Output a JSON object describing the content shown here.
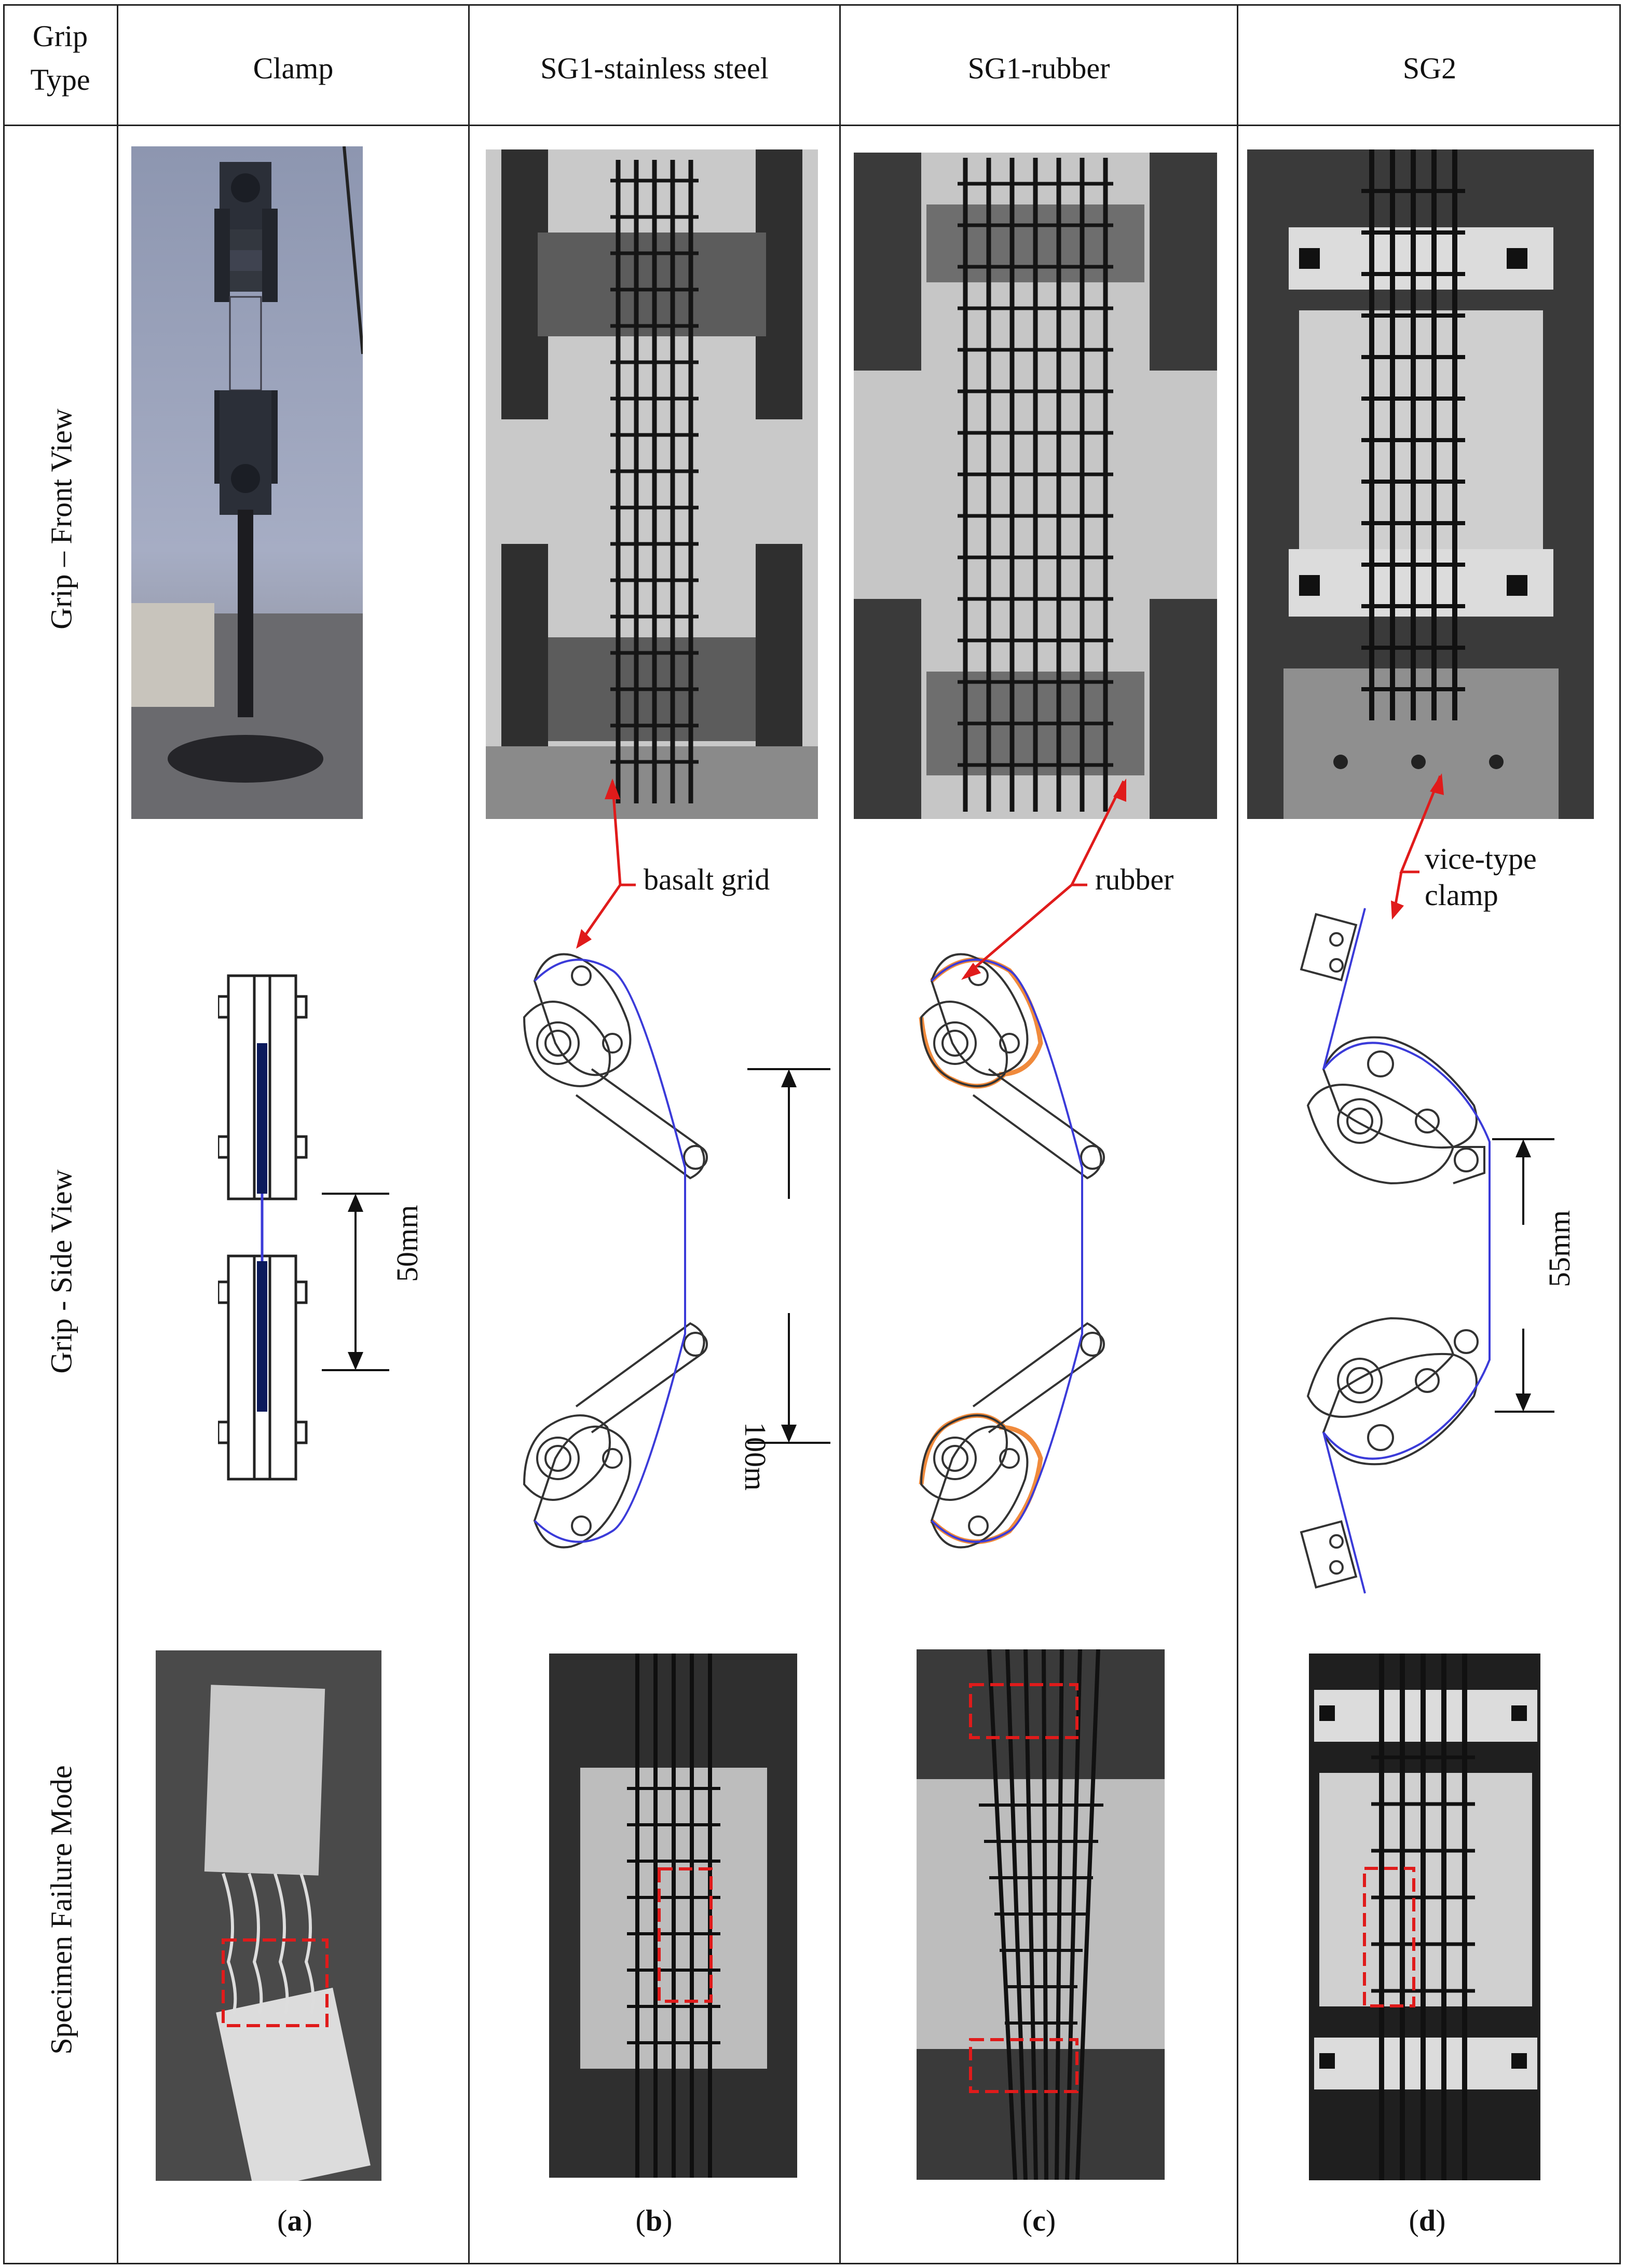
{
  "header": {
    "grip_type_line1": "Grip",
    "grip_type_line2": "Type",
    "columns": [
      "Clamp",
      "SG1-stainless steel",
      "SG1-rubber",
      "SG2"
    ]
  },
  "rows": {
    "front_view": "Grip – Front View",
    "side_view": "Grip - Side View",
    "failure_mode": "Specimen Failure Mode"
  },
  "annotations": {
    "basalt_grid": "basalt grid",
    "rubber": "rubber",
    "vice_line1": "vice-type",
    "vice_line2": "clamp",
    "dim_a": "50mm",
    "dim_b": "100m",
    "dim_d": "55mm"
  },
  "subfigures": [
    {
      "letter": "a"
    },
    {
      "letter": "b"
    },
    {
      "letter": "c"
    },
    {
      "letter": "d"
    }
  ],
  "colors": {
    "border": "#222222",
    "callout_red": "#e01b1b",
    "grid_blue": "#3b3bd9",
    "rubber_orange": "#f08a3c"
  }
}
